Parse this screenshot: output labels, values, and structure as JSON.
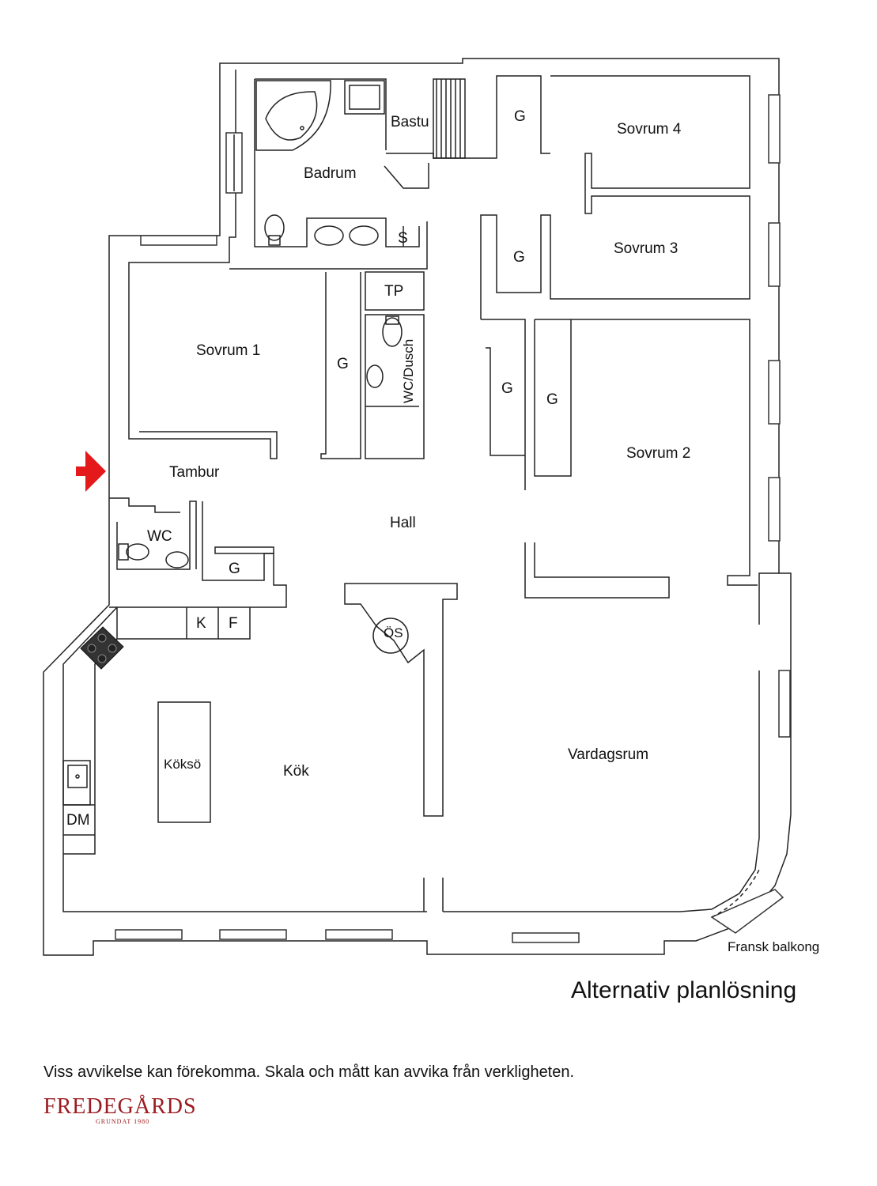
{
  "rooms": {
    "bastu": "Bastu",
    "badrum": "Badrum",
    "sovrum4": "Sovrum 4",
    "sovrum3": "Sovrum 3",
    "sovrum1": "Sovrum 1",
    "sovrum2": "Sovrum 2",
    "tambur": "Tambur",
    "hall": "Hall",
    "wc": "WC",
    "wc_dusch": "WC/Dusch",
    "kok": "Kök",
    "kokso": "Köksö",
    "vardagsrum": "Vardagsrum",
    "fransk_balkong": "Fransk balkong"
  },
  "fixtures": {
    "garderob": "G",
    "s": "S",
    "tp": "TP",
    "os": "ÖS",
    "k": "K",
    "f": "F",
    "dm": "DM"
  },
  "title": "Alternativ planlösning",
  "disclaimer": "Viss avvikelse kan förekomma. Skala och mått kan avvika från verkligheten.",
  "brand": {
    "name": "FREDEGÅRDS",
    "tagline": "GRUNDAT 1980",
    "color": "#9b1c20"
  },
  "entrance_arrow_color": "#e3191b",
  "icons": [
    "entrance-arrow-icon",
    "bathtub-icon",
    "shower-icon",
    "toilet-icon",
    "sink-icon",
    "stove-icon"
  ]
}
